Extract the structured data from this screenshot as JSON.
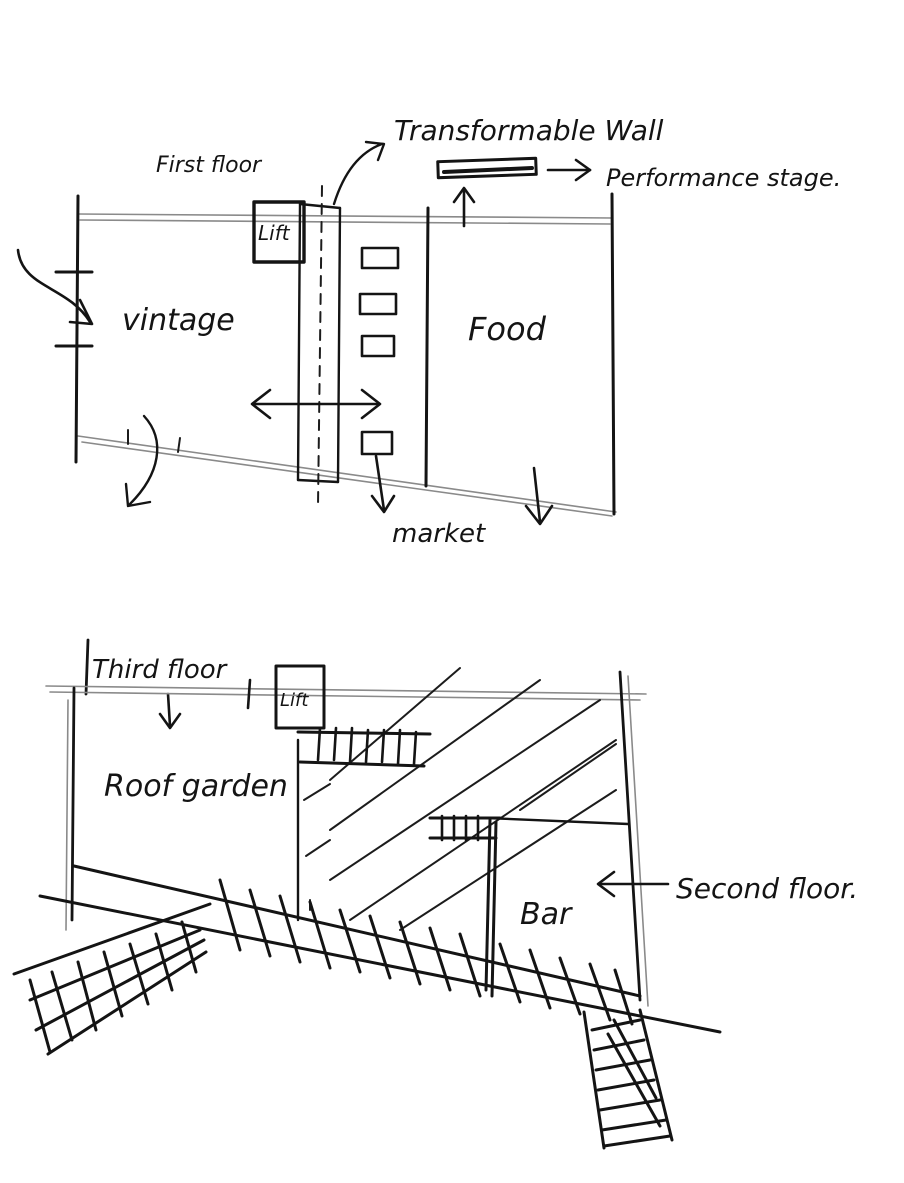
{
  "first_floor": {
    "heading": "First floor",
    "lift": "Lift",
    "vintage": "vintage",
    "food": "Food",
    "market": "market",
    "wall_label": "Transformable Wall",
    "stage_label": "Performance stage."
  },
  "upper_floors": {
    "heading": "Third floor",
    "lift": "Lift",
    "roof_garden": "Roof garden",
    "bar": "Bar",
    "second_floor": "Second floor."
  }
}
